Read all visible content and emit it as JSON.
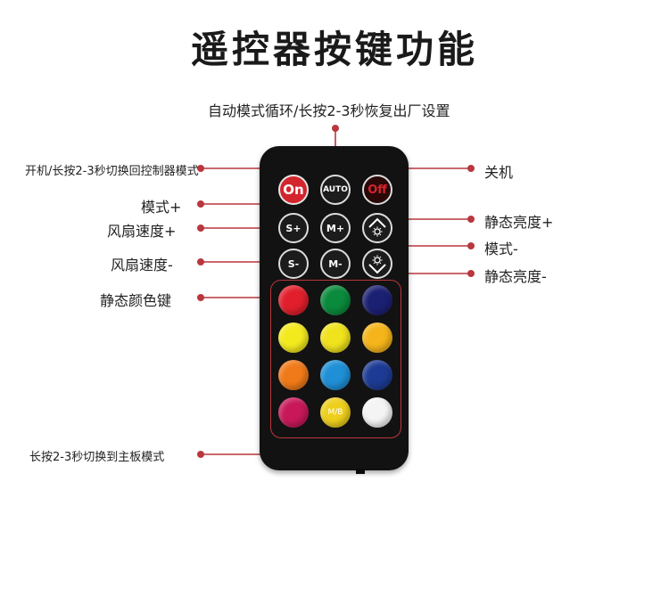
{
  "title": "遥控器按键功能",
  "labels": {
    "auto": "自动模式循环/长按2-3秒恢复出厂设置",
    "on_hold": "开机/长按2-3秒切换回控制器模式",
    "off": "关机",
    "mode_plus": "模式+",
    "fan_speed_plus": "风扇速度+",
    "fan_speed_minus": "风扇速度-",
    "brightness_plus": "静态亮度+",
    "mode_minus": "模式-",
    "brightness_minus": "静态亮度-",
    "static_color": "静态颜色键",
    "mb_hold": "长按2-3秒切换到主板模式"
  },
  "buttons": {
    "on": "On",
    "auto": "AUTO",
    "off": "Off",
    "s_plus": "S+",
    "m_plus": "M+",
    "s_minus": "S-",
    "m_minus": "M-",
    "mb": "M/B"
  },
  "colors": {
    "red": "#e11f2c",
    "green": "#0a8a3c",
    "navy": "#1c2073",
    "yellow1": "#f3ea1e",
    "yellow2": "#f0e21d",
    "yellow3": "#f5b41a",
    "orange": "#f07a19",
    "sky": "#1f8fd6",
    "blue": "#1d3b94",
    "pink": "#c8185a",
    "gold": "#eecf1c",
    "white": "#f4f4f4",
    "annotation_line": "#b9373d"
  },
  "icons": {
    "brightness_up": "sun-up-arrow-icon",
    "brightness_down": "sun-down-arrow-icon"
  }
}
